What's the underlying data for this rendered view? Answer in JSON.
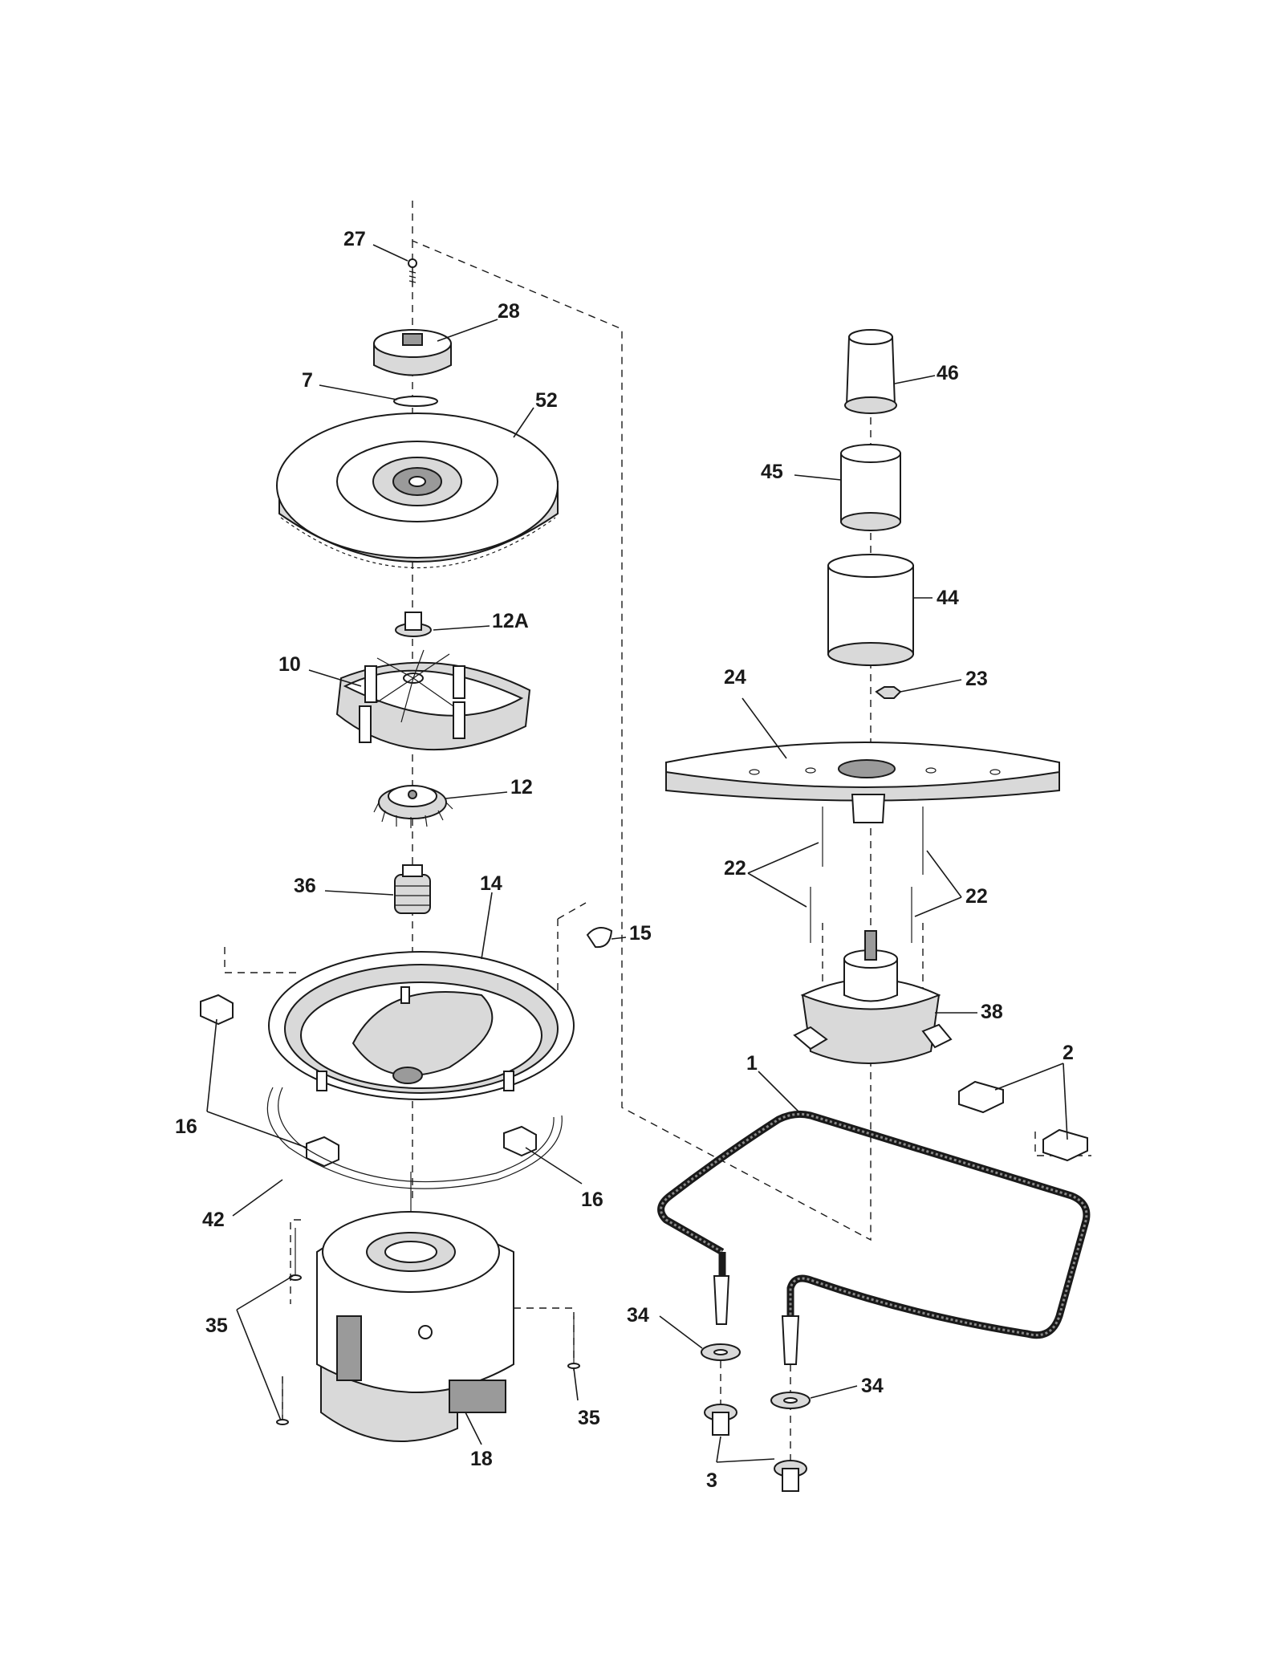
{
  "diagram": {
    "callouts": {
      "c27": "27",
      "c28": "28",
      "c7": "7",
      "c52": "52",
      "c12a": "12A",
      "c10": "10",
      "c12": "12",
      "c36": "36",
      "c14": "14",
      "c15": "15",
      "c16a": "16",
      "c16b": "16",
      "c42": "42",
      "c35a": "35",
      "c35b": "35",
      "c18": "18",
      "c46": "46",
      "c45": "45",
      "c44": "44",
      "c23": "23",
      "c24": "24",
      "c22a": "22",
      "c22b": "22",
      "c38": "38",
      "c1": "1",
      "c2": "2",
      "c34a": "34",
      "c34b": "34",
      "c3": "3"
    }
  }
}
